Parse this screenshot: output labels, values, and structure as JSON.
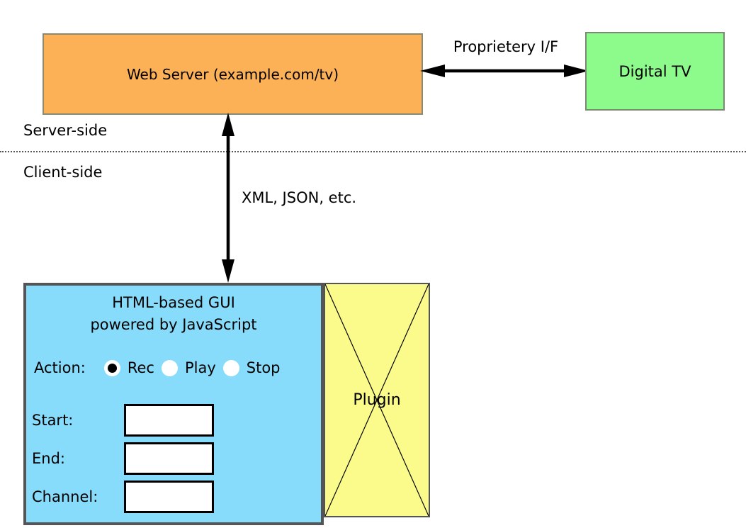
{
  "diagram": {
    "server_side_label": "Server-side",
    "client_side_label": "Client-side",
    "web_server": {
      "label": "Web Server (example.com/tv)",
      "fill": "#FDB157"
    },
    "digital_tv": {
      "label": "Digital TV",
      "fill": "#8CFB8C"
    },
    "proprietary_link_label": "Proprietery I/F",
    "data_link_label": "XML, JSON, etc.",
    "gui": {
      "fill": "#87DCFB",
      "title_line1": "HTML-based GUI",
      "title_line2": "powered by JavaScript",
      "action_label": "Action:",
      "radios": [
        {
          "label": "Rec",
          "selected": true
        },
        {
          "label": "Play",
          "selected": false
        },
        {
          "label": "Stop",
          "selected": false
        }
      ],
      "fields": [
        {
          "label": "Start:",
          "value": ""
        },
        {
          "label": "End:",
          "value": ""
        },
        {
          "label": "Channel:",
          "value": ""
        }
      ]
    },
    "plugin": {
      "label": "Plugin",
      "fill": "#FBFB8C"
    }
  }
}
